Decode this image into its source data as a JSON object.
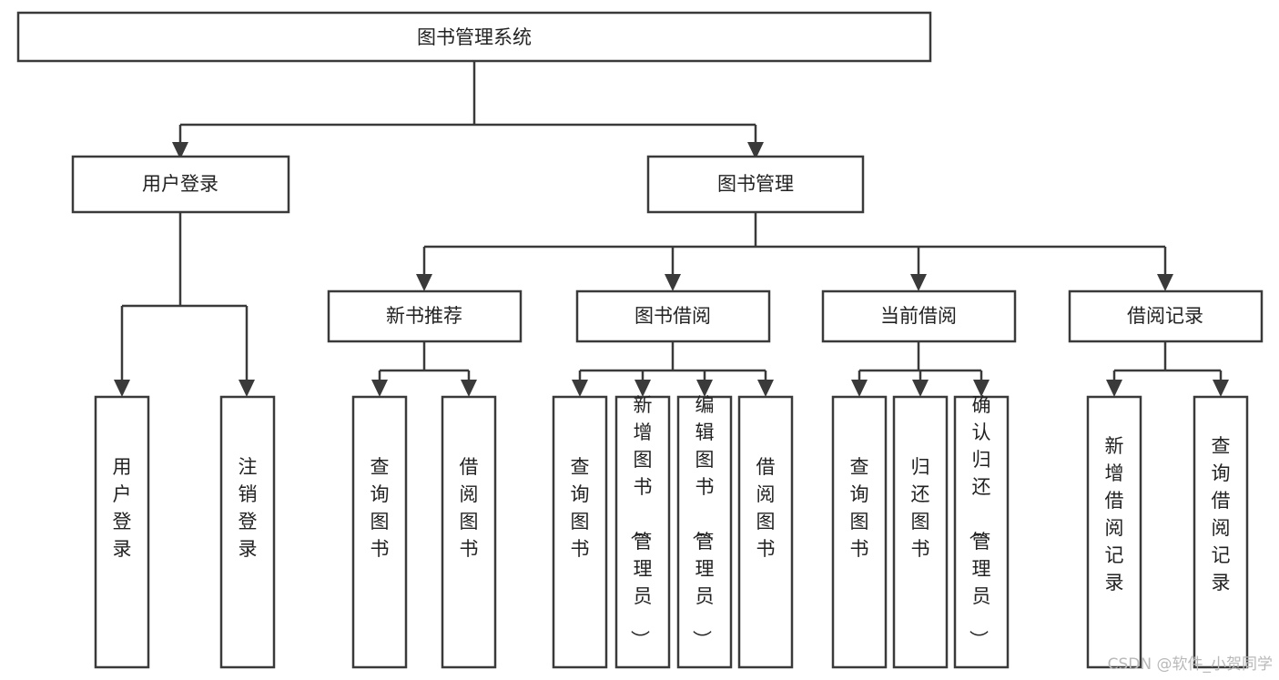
{
  "diagram": {
    "title": "图书管理系统",
    "type": "hierarchy-tree",
    "colors": {
      "box_stroke": "#3a3a3a",
      "box_fill": "#ffffff",
      "connector": "#3a3a3a",
      "text": "#222222",
      "watermark": "#b9b9b9",
      "background": "#ffffff"
    },
    "levels": {
      "root": {
        "label": "图书管理系统",
        "orientation": "horizontal"
      },
      "level2": [
        {
          "label": "用户登录",
          "orientation": "horizontal"
        },
        {
          "label": "图书管理",
          "orientation": "horizontal"
        }
      ],
      "level3": [
        {
          "label": "新书推荐",
          "orientation": "horizontal"
        },
        {
          "label": "图书借阅",
          "orientation": "horizontal"
        },
        {
          "label": "当前借阅",
          "orientation": "horizontal"
        },
        {
          "label": "借阅记录",
          "orientation": "horizontal"
        }
      ],
      "leaves": {
        "user_login": [
          {
            "label": "用户登录",
            "orientation": "vertical"
          },
          {
            "label": "注销登录",
            "orientation": "vertical"
          }
        ],
        "new_book_recommend": [
          {
            "label": "查询图书",
            "orientation": "vertical"
          },
          {
            "label": "借阅图书",
            "orientation": "vertical"
          }
        ],
        "book_borrow": [
          {
            "label": "查询图书",
            "orientation": "vertical"
          },
          {
            "label": "新增图书（管理员）",
            "orientation": "vertical"
          },
          {
            "label": "编辑图书（管理员）",
            "orientation": "vertical"
          },
          {
            "label": "借阅图书",
            "orientation": "vertical"
          }
        ],
        "current_borrow": [
          {
            "label": "查询图书",
            "orientation": "vertical"
          },
          {
            "label": "归还图书",
            "orientation": "vertical"
          },
          {
            "label": "确认归还（管理员）",
            "orientation": "vertical"
          }
        ],
        "borrow_record": [
          {
            "label": "新增借阅记录",
            "orientation": "vertical"
          },
          {
            "label": "查询借阅记录",
            "orientation": "vertical"
          }
        ]
      }
    },
    "watermark": "CSDN @软件_小贺同学"
  }
}
